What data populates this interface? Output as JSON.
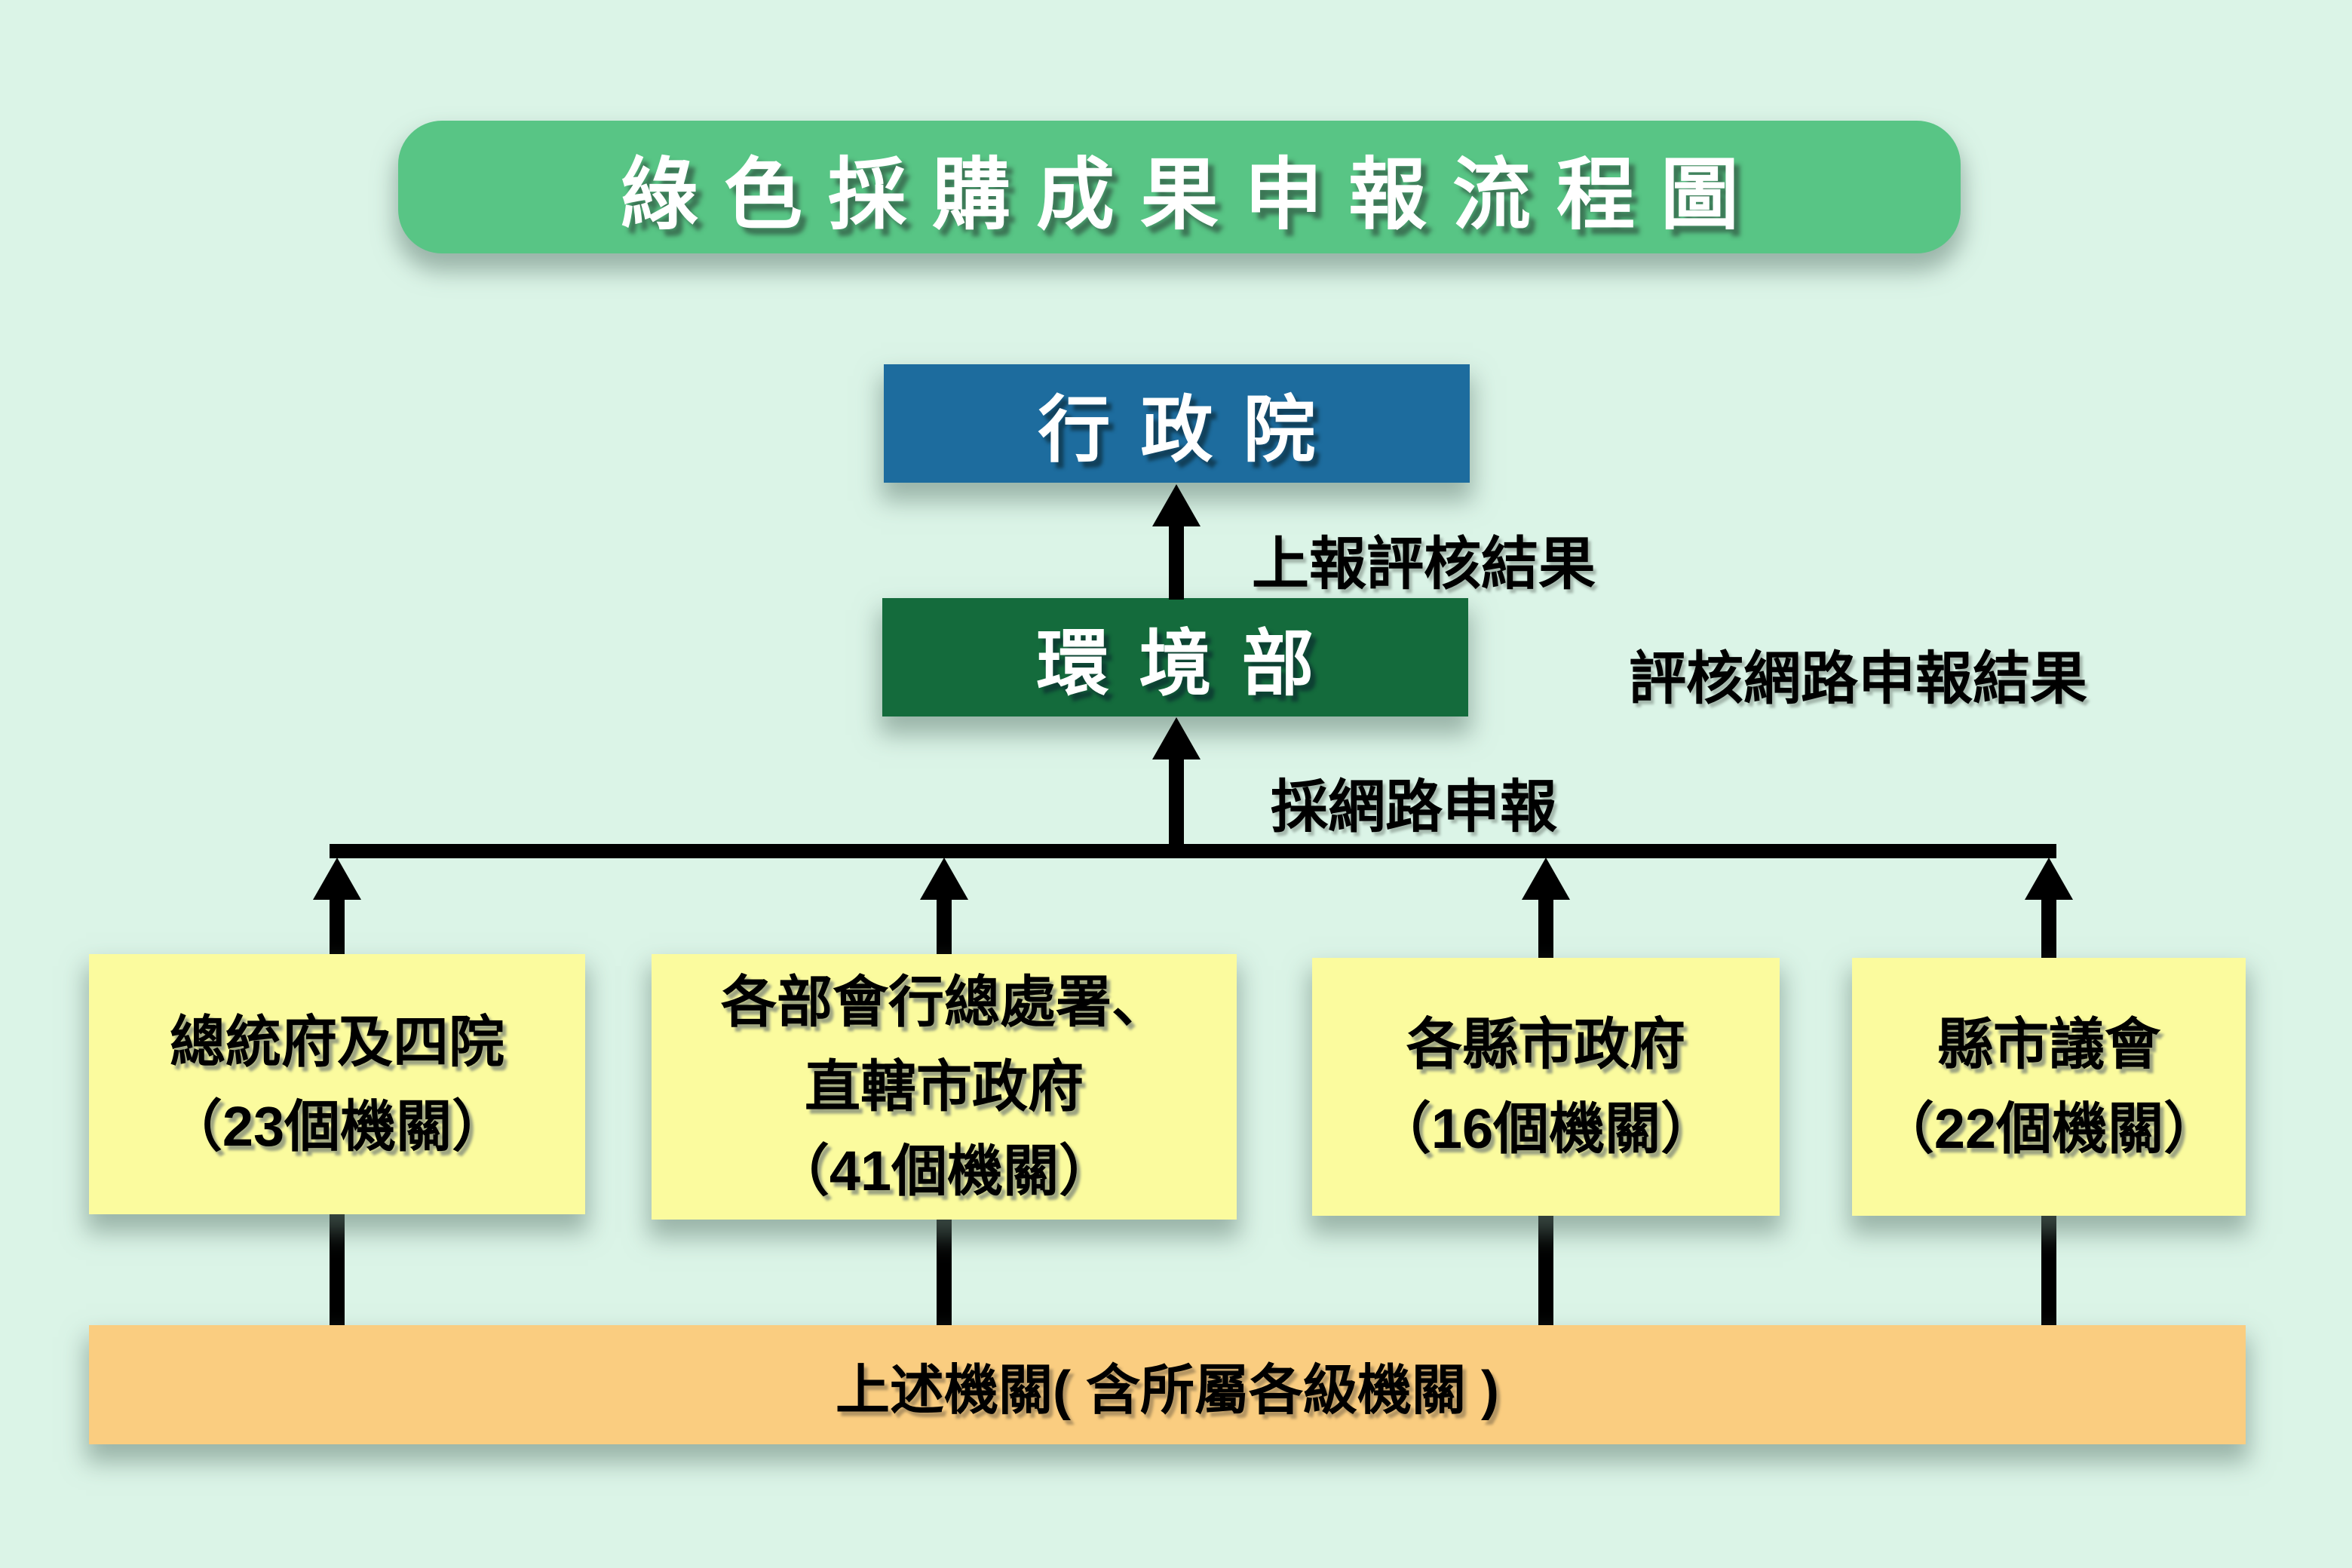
{
  "title": "綠色採購成果申報流程圖",
  "nodes": {
    "executive_yuan": {
      "label": "行政院"
    },
    "ministry_environment": {
      "label": "環境部"
    },
    "branches": [
      {
        "lines": [
          "總統府及四院",
          "（23個機關）"
        ]
      },
      {
        "lines": [
          "各部會行總處署、",
          "直轄市政府",
          "（41個機關）"
        ]
      },
      {
        "lines": [
          "各縣市政府",
          "（16個機關）"
        ]
      },
      {
        "lines": [
          "縣市議會",
          "（22個機關）"
        ]
      }
    ],
    "bottom_bar": {
      "label": "上述機關( 含所屬各級機關 )"
    }
  },
  "edge_labels": {
    "report_results_up": "上報評核結果",
    "evaluate_online_results": "評核網路申報結果",
    "online_reporting": "採網路申報"
  },
  "colors": {
    "background": "#DBF4E7",
    "title_green": "#58C585",
    "executive_blue": "#1D6C9E",
    "ministry_green": "#146B3C",
    "branch_yellow": "#FBFB9E",
    "bottom_orange": "#FACD80",
    "connector_black": "#000000"
  }
}
